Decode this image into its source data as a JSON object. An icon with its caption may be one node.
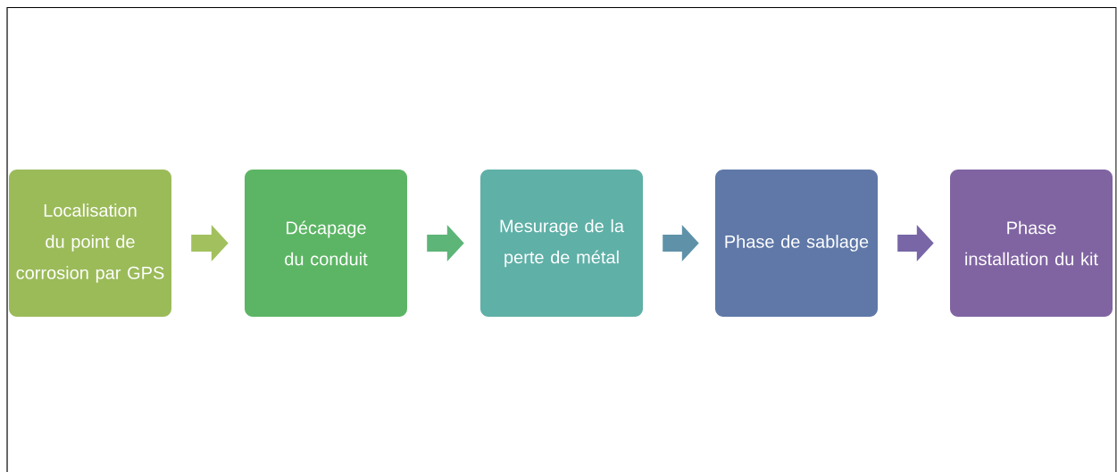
{
  "diagram": {
    "nodes": [
      {
        "text": [
          "Localisation du point de corrosion par GPS"
        ]
      },
      {
        "text": [
          "Décapage du conduit"
        ]
      },
      {
        "text": [
          "Mesurage de la perte de métal"
        ]
      },
      {
        "text": [
          "Phase de sablage"
        ]
      },
      {
        "text": [
          "Phase installation du kit"
        ]
      }
    ],
    "edges": [
      {
        "from": 0,
        "to": 1,
        "arrow": "to",
        "color": "#a2c15e"
      },
      {
        "from": 1,
        "to": 2,
        "arrow": "to",
        "color": "#5db578"
      },
      {
        "from": 2,
        "to": 3,
        "arrow": "to",
        "color": "#5f92a8"
      },
      {
        "from": 3,
        "to": 4,
        "arrow": "to",
        "color": "#7866a6"
      }
    ]
  }
}
